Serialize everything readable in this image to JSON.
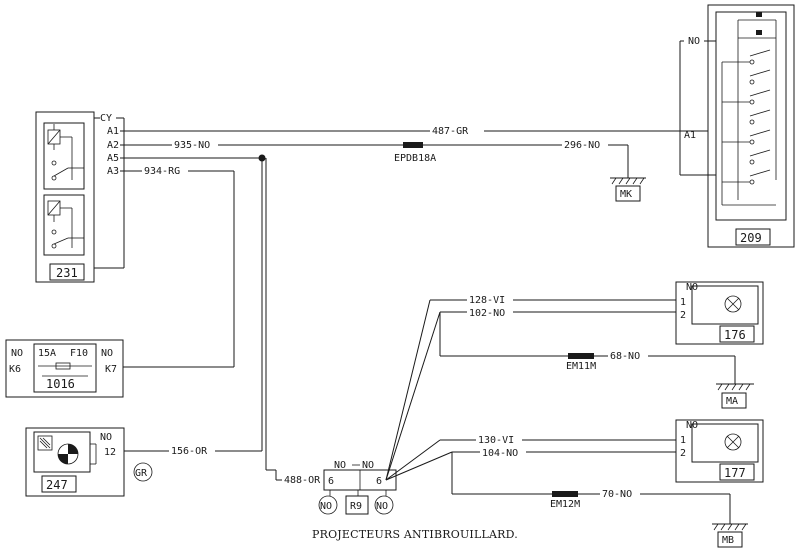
{
  "title": "PROJECTEURS ANTIBROUILLARD.",
  "components": {
    "c231": {
      "code": "231",
      "pins": {
        "cy": "CY",
        "a1": "A1",
        "a2": "A2",
        "a5": "A5",
        "a3": "A3"
      }
    },
    "c209": {
      "code": "209",
      "pins": {
        "no": "NO",
        "a1": "A1"
      }
    },
    "c1016": {
      "code": "1016",
      "fuse": "15A",
      "slot": "F10",
      "left": "NO",
      "right": "NO",
      "k6": "K6",
      "k7": "K7"
    },
    "c247": {
      "code": "247",
      "no": "NO",
      "pin": "12",
      "gr": "GR"
    },
    "c176": {
      "code": "176",
      "no": "NO",
      "p1": "1",
      "p2": "2"
    },
    "c177": {
      "code": "177",
      "no": "NO",
      "p1": "1",
      "p2": "2"
    },
    "conn": {
      "no_a": "NO",
      "no_b": "NO",
      "p6a": "6",
      "p6b": "6",
      "g1": "NO",
      "g2": "R9",
      "g3": "NO"
    }
  },
  "wires": {
    "w487": "487-GR",
    "w935": "935-NO",
    "w934": "934-RG",
    "w296": "296-NO",
    "w156": "156-OR",
    "w488": "488-OR",
    "w128": "128-VI",
    "w102": "102-NO",
    "w68": "68-NO",
    "w130": "130-VI",
    "w104": "104-NO",
    "w70": "70-NO"
  },
  "splices": {
    "epdb18a": "EPDB18A",
    "em11m": "EM11M",
    "em12m": "EM12M"
  },
  "grounds": {
    "mk": "MK",
    "ma": "MA",
    "mb": "MB"
  }
}
